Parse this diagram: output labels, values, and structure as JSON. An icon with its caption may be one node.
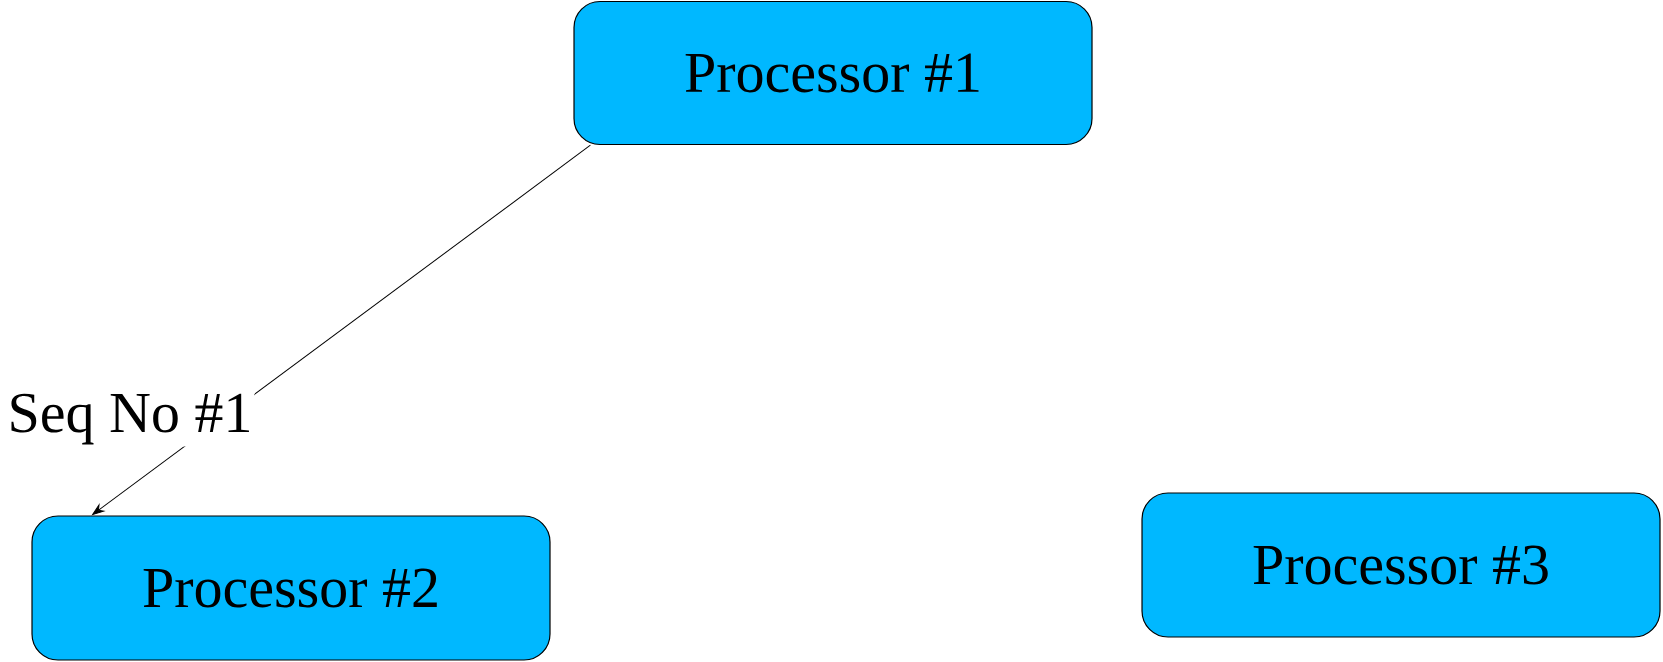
{
  "diagram": {
    "nodes": [
      {
        "text": [
          "Processor #1"
        ]
      },
      {
        "text": [
          "Processor #2"
        ]
      },
      {
        "text": [
          "Processor #3"
        ]
      }
    ],
    "edges": [
      {
        "from": 0,
        "to": 1,
        "arrow": "to",
        "label": "Seq No #1"
      }
    ]
  }
}
